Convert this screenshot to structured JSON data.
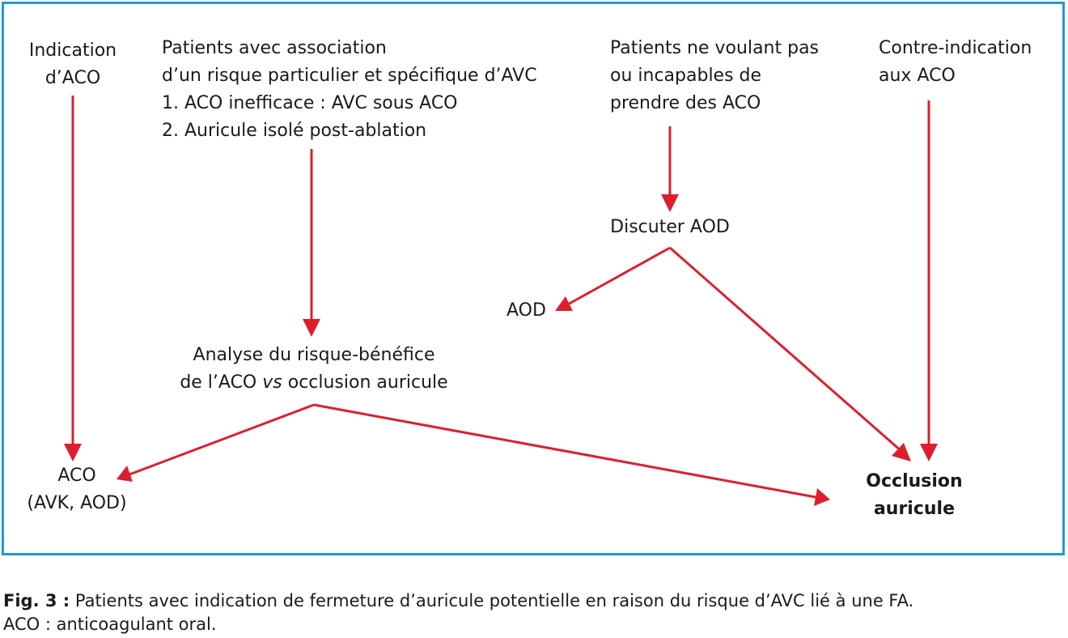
{
  "diagram": {
    "border_color": "#1e9ad6",
    "arrow_color": "#dc1f2e",
    "nodes": {
      "indication": {
        "lines": [
          "Indication",
          "d’ACO"
        ]
      },
      "patients_risk": {
        "lines": [
          "Patients avec association",
          "d’un risque particulier et spécifique d’AVC",
          "1. ACO inefficace : AVC sous ACO",
          "2. Auricule isolé post-ablation"
        ]
      },
      "patients_unwilling": {
        "lines": [
          "Patients ne voulant pas",
          "ou incapables de",
          "prendre des ACO"
        ]
      },
      "contraindication": {
        "lines": [
          "Contre-indication",
          "aux ACO"
        ]
      },
      "discuss_aod": {
        "lines": [
          "Discuter AOD"
        ]
      },
      "aod": {
        "lines": [
          "AOD"
        ]
      },
      "analysis": {
        "line1": "Analyse du risque-bénéfice",
        "line2_pre": "de l’ACO ",
        "line2_em": "vs",
        "line2_post": " occlusion auricule"
      },
      "aco": {
        "lines": [
          "ACO",
          "(AVK, AOD)"
        ]
      },
      "occlusion": {
        "lines": [
          "Occlusion",
          "auricule"
        ]
      }
    }
  },
  "caption": {
    "label": "Fig. 3 :",
    "text": " Patients avec indication de fermeture d’auricule potentielle en raison du risque d’AVC lié à une FA.",
    "line2": "ACO : anticoagulant oral."
  }
}
